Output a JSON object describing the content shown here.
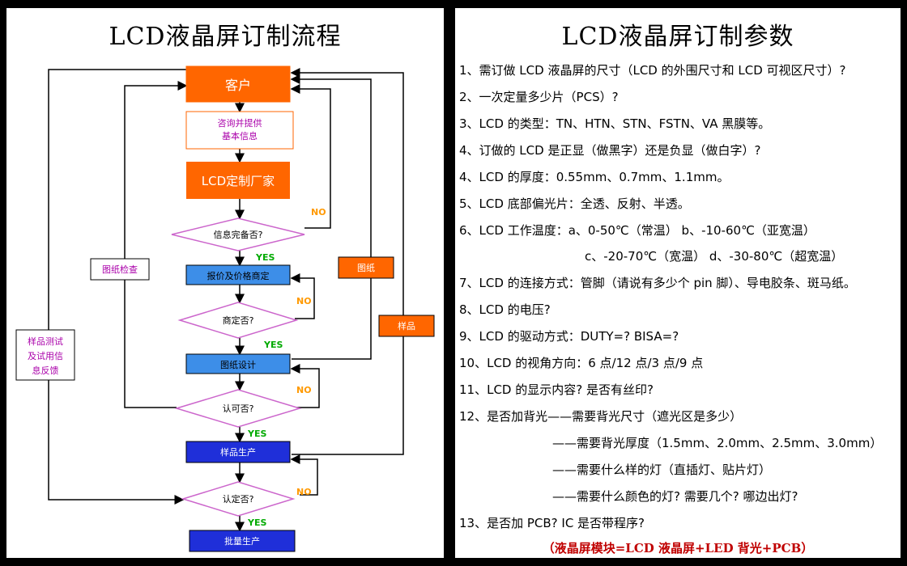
{
  "left": {
    "title": "LCD液晶屏订制流程",
    "nodes": {
      "customer": "客户",
      "consult_line1": "咨询并提供",
      "consult_line2": "基本信息",
      "factory": "LCD定制厂家",
      "info_complete": "信息完备否?",
      "quote": "报价及价格商定",
      "agreed": "商定否?",
      "drawing_design": "图纸设计",
      "approved": "认可否?",
      "sample_production": "样品生产",
      "confirmed": "认定否?",
      "mass_production": "批量生产",
      "drawing_check": "图纸检查",
      "drawing": "图纸",
      "sample": "样品",
      "feedback_line1": "样品测试",
      "feedback_line2": "及试用信",
      "feedback_line3": "息反馈"
    },
    "labels": {
      "yes": "YES",
      "no": "NO"
    },
    "colors": {
      "orange": "#ff6600",
      "blue": "#3d8ee8",
      "dark_blue": "#1f2fd9",
      "diamond_border": "#cc66cc",
      "yes": "#00aa00",
      "no": "#ff9900"
    }
  },
  "right": {
    "title": "LCD液晶屏订制参数",
    "items": [
      "1、需订做 LCD 液晶屏的尺寸（LCD 的外围尺寸和 LCD 可视区尺寸）?",
      "2、一次定量多少片（PCS）?",
      "3、LCD 的类型：TN、HTN、STN、FSTN、VA 黑膜等。",
      "4、订做的 LCD 是正显（做黑字）还是负显（做白字）?",
      "4、LCD 的厚度：0.55mm、0.7mm、1.1mm。",
      "5、LCD 底部偏光片：全透、反射、半透。",
      "6、LCD  工作温度：a、0-50℃（常温）      b、-10-60℃（亚宽温）",
      "c、-20-70℃（宽温）     d、-30-80℃（超宽温）",
      "7、LCD 的连接方式：管脚（请说有多少个 pin 脚）、导电胶条、斑马纸。",
      "8、LCD 的电压?",
      "9、LCD 的驱动方式：DUTY=?   BISA=?",
      "10、LCD 的视角方向：6 点/12 点/3 点/9 点",
      "11、LCD 的显示内容? 是否有丝印?",
      "12、是否加背光——需要背光尺寸（遮光区是多少）",
      "——需要背光厚度（1.5mm、2.0mm、2.5mm、3.0mm）",
      "——需要什么样的灯（直插灯、贴片灯）",
      "——需要什么颜色的灯? 需要几个? 哪边出灯?",
      "13、是否加 PCB? IC 是否带程序?"
    ],
    "footnote": "（液晶屏模块=LCD 液晶屏+LED 背光+PCB）"
  }
}
